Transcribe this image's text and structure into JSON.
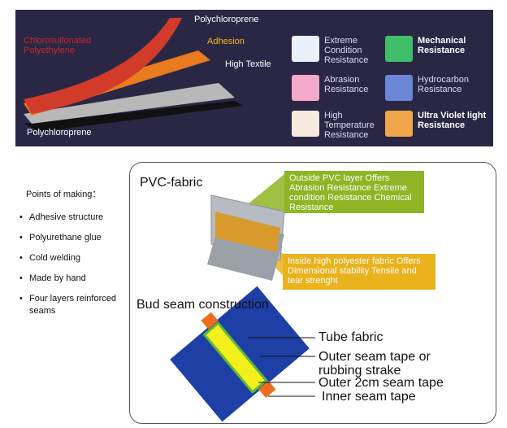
{
  "banner": {
    "layers": {
      "top": "Polychloroprene",
      "red_label": "Chlorosulfonated Polyethylene",
      "adhesion": "Adhesion",
      "textile": "High Textile",
      "bottom": "Polychloroprene"
    },
    "resistances": [
      {
        "text": "Extreme Condition Resistance",
        "icon": "thermometer-icon",
        "color": "#e9f2fb",
        "bold": false
      },
      {
        "text": "Mechanical Resistance",
        "icon": "gear-icon",
        "color": "#3fbf6a",
        "bold": true
      },
      {
        "text": "Abrasion Resistance",
        "icon": "abrasion-icon",
        "color": "#f4a9c8",
        "bold": false
      },
      {
        "text": "Hydrocarbon Resistance",
        "icon": "fuel-icon",
        "color": "#6b86d6",
        "bold": false
      },
      {
        "text": "High Temperature Resistance",
        "icon": "flame-icon",
        "color": "#f7e9dd",
        "bold": false
      },
      {
        "text": "Ultra Violet light Resistance",
        "icon": "sun-icon",
        "color": "#f2a64a",
        "bold": true
      }
    ]
  },
  "points": {
    "title": "Points of making：",
    "items": [
      "Adhesive structure",
      "Polyurethane glue",
      "Cold welding",
      "Made by hand",
      "Four layers reinforced seams"
    ]
  },
  "pvc": {
    "title": "PVC-fabric",
    "callout_green": "Outside PVC layer Offers Abrasion Resistance Extreme condition Resistance Chemical Resistance",
    "callout_orange": "Inside high polyester fabric Offers Dimensional stability Tensile and tear strenght"
  },
  "seam": {
    "title": "Bud seam construction",
    "labels": [
      "Tube fabric",
      "Outer seam tape or rubbing strake",
      "Outer 2cm seam tape",
      "Inner seam tape"
    ]
  },
  "colors": {
    "banner_bg": "#2a2745",
    "green_callout": "#8db524",
    "orange_callout": "#eab21d",
    "tube_blue": "#1e3fa6",
    "tape_yellow": "#f4f01c",
    "tape_green": "#5fb93a",
    "tape_orange": "#ef6c1f"
  }
}
